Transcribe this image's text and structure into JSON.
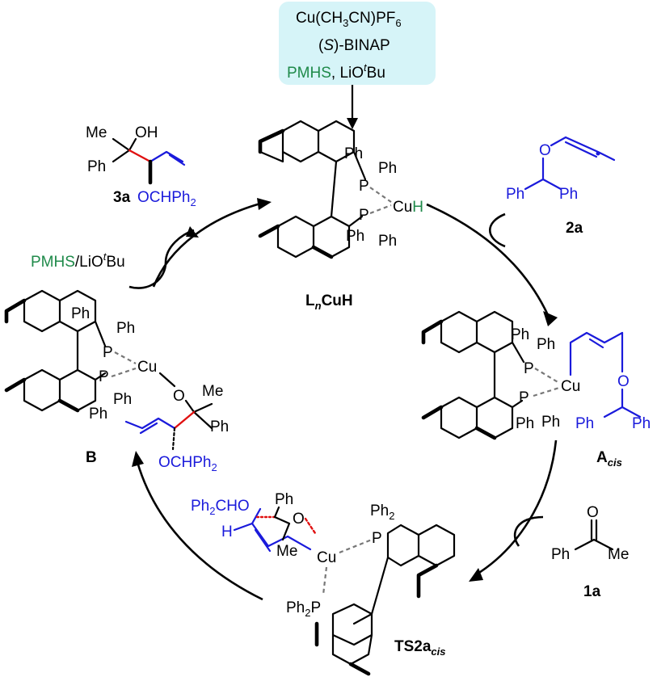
{
  "reagents": {
    "line1": "Cu(CH",
    "line1_sub": "3",
    "line1_b": "CN)PF",
    "line1_sub2": "6",
    "line2_a": "(",
    "line2_s": "S",
    "line2_b": ")-BINAP",
    "pmhs": "PMHS",
    "comma": ",",
    "lio": "LiO",
    "t": "t",
    "bu": "Bu"
  },
  "ph": "Ph",
  "p": "P",
  "cu": "Cu",
  "h": "H",
  "o": "O",
  "me": "Me",
  "oh": "OH",
  "ph2": "Ph",
  "sub2": "2",
  "och": "OCHPh",
  "ph2cho": "Ph",
  "cho": "CHO",
  "labels": {
    "lncuh_L": "L",
    "lncuh_n": "n",
    "lncuh_rest": "CuH",
    "a2": "2a",
    "a1": "1a",
    "b3a": "3a",
    "B": "B",
    "acis_A": "A",
    "acis_sub": "cis",
    "ts_main": "TS2a",
    "ts_sub": "cis"
  },
  "pmhs_left": {
    "pmhs": "PMHS",
    "slash": "/LiO",
    "t": "t",
    "bu": "Bu"
  },
  "colors": {
    "reagent_box": "#d6f4f8",
    "blue": "#1a1adb",
    "green": "#1f8a4a",
    "red": "#e01010"
  }
}
